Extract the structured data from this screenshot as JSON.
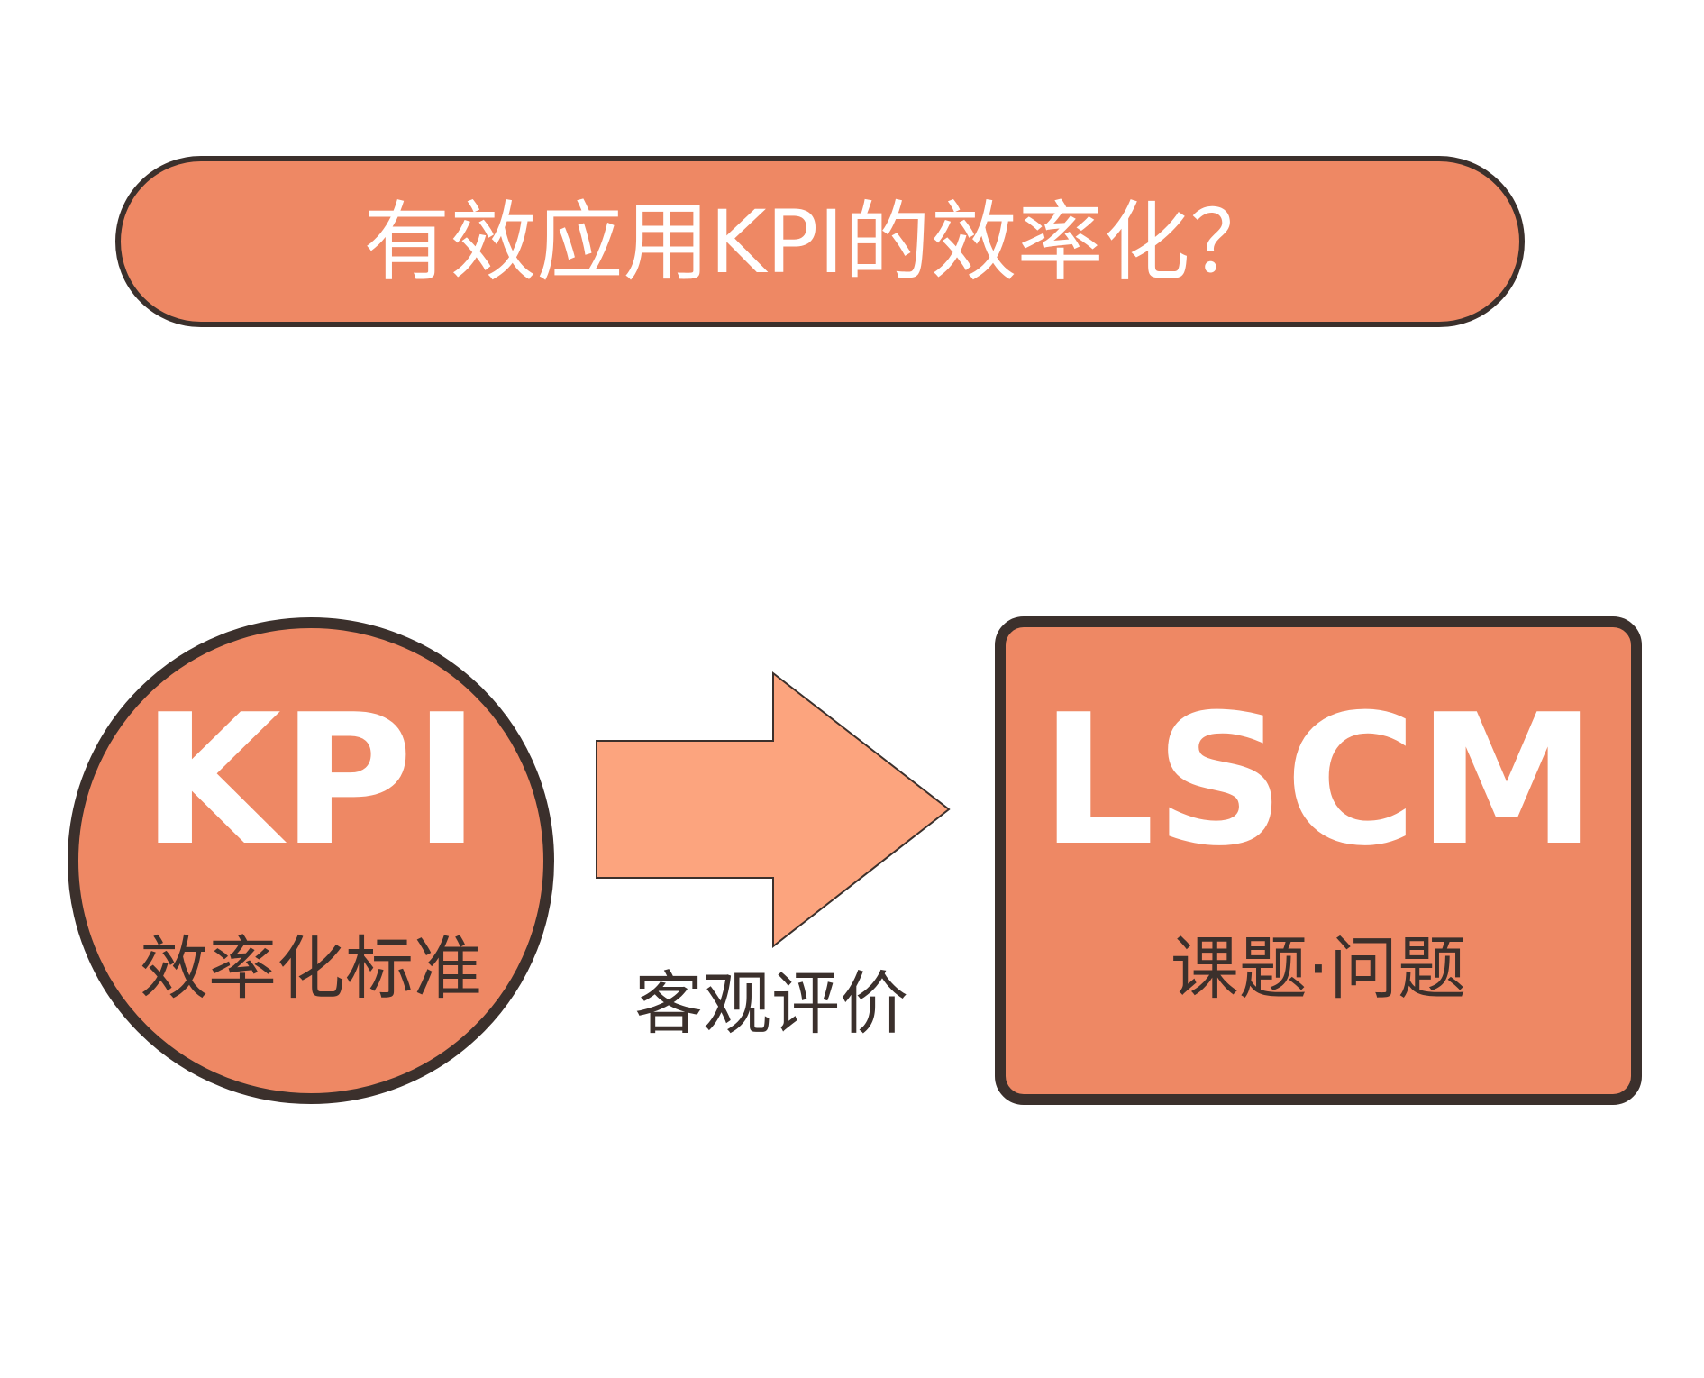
{
  "title": "有效应用KPI的效率化？",
  "left_node": {
    "label": "KPI",
    "sublabel": "效率化标准"
  },
  "arrow": {
    "label": "客观评价"
  },
  "right_node": {
    "label": "LSCM",
    "sublabel": "课题·问题"
  },
  "colors": {
    "fill": "#EE8864",
    "arrow_fill": "#FCA47E",
    "outline": "#3B302C",
    "white_text": "#FFFFFF",
    "dark_text": "#3B302C"
  }
}
